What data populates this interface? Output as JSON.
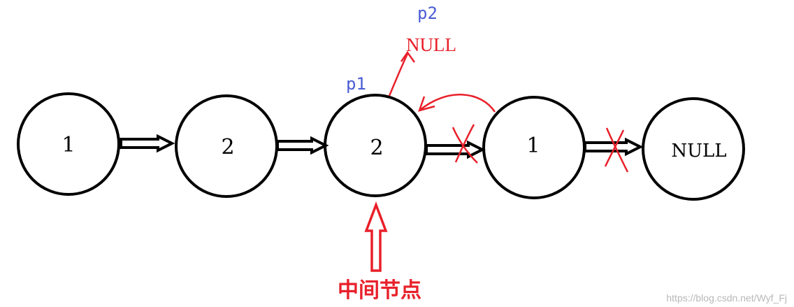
{
  "nodes": [
    {
      "value": "1"
    },
    {
      "value": "2"
    },
    {
      "value": "2"
    },
    {
      "value": "1"
    },
    {
      "value": "NULL"
    }
  ],
  "pointers": {
    "p1": "p1",
    "p2": "p2",
    "p2_target": "NULL"
  },
  "middle_node_label": "中间节点",
  "watermark": "https://blog.csdn.net/Wyf_Fj",
  "colors": {
    "node_stroke": "#000000",
    "annotation_red": "#e8202a",
    "pointer_blue": "#4a5bd4",
    "watermark": "#b8b8b8"
  }
}
